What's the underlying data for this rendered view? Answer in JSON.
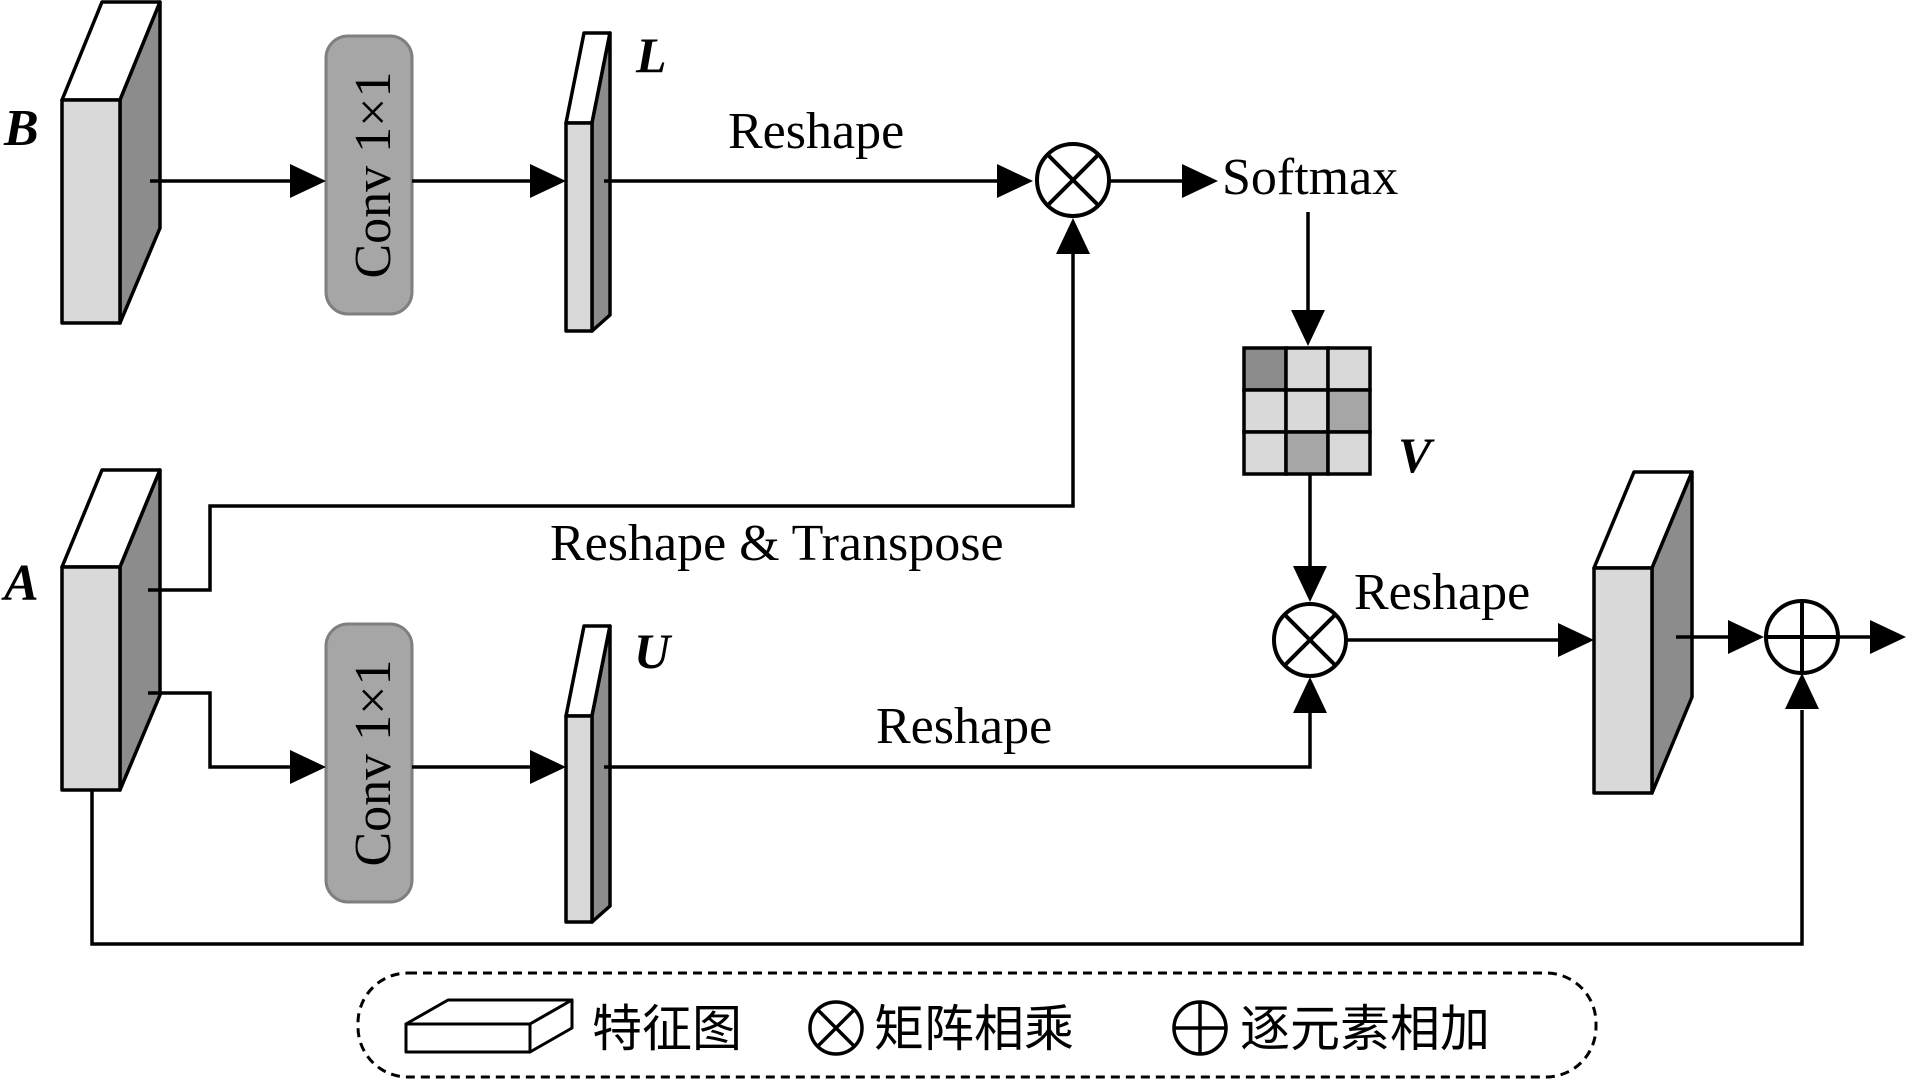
{
  "labels": {
    "B": "B",
    "A": "A",
    "L": "L",
    "U": "U",
    "V": "V",
    "conv_top": "Conv 1×1",
    "conv_bottom": "Conv 1×1",
    "reshape_top": "Reshape",
    "reshape_transpose": "Reshape & Transpose",
    "reshape_bottom": "Reshape",
    "reshape_right": "Reshape",
    "softmax": "Softmax"
  },
  "legend": {
    "feature_map": "特征图",
    "matrix_multiply": "矩阵相乘",
    "elementwise_add": "逐元素相加"
  },
  "colors": {
    "front_face": "#d9d9d9",
    "side_face": "#8c8c8c",
    "top_face": "#ffffff",
    "conv_fill": "#a6a6a6",
    "grid_dark": "#8c8c8c",
    "grid_mid": "#a6a6a6",
    "grid_light": "#d9d9d9"
  }
}
